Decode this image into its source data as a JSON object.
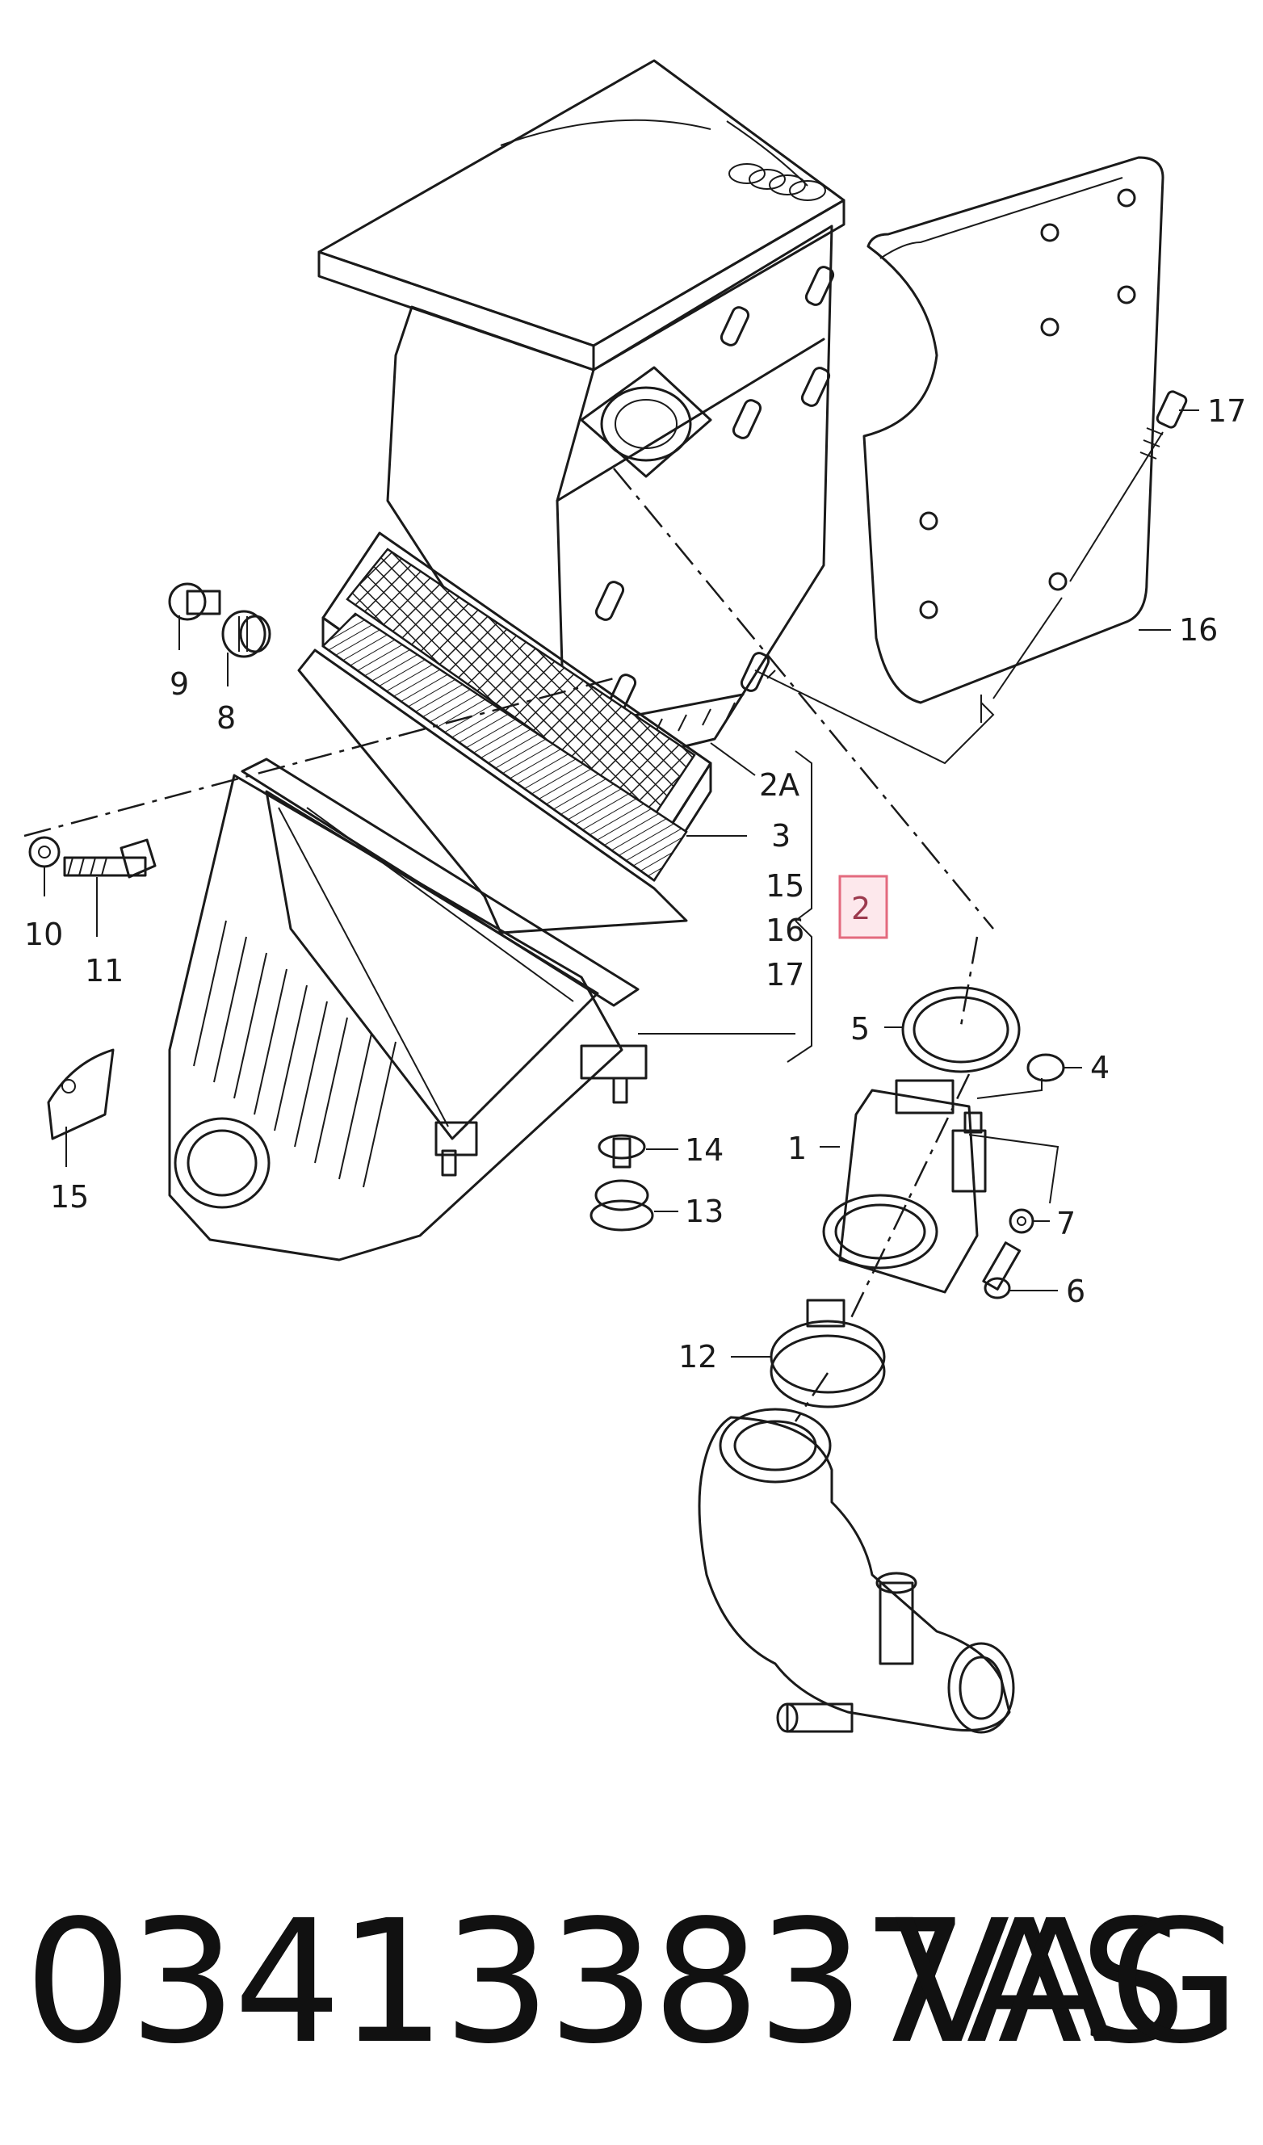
{
  "diagram": {
    "labels": {
      "l1": "1",
      "l2": "2",
      "l2a": "2A",
      "l3": "3",
      "l4": "4",
      "l5": "5",
      "l6": "6",
      "l7": "7",
      "l8": "8",
      "l9": "9",
      "l10": "10",
      "l11": "11",
      "l12": "12",
      "l13": "13",
      "l14": "14",
      "l15a": "15",
      "l15b": "15",
      "l16a": "16",
      "l16b": "16",
      "l17a": "17",
      "l17b": "17"
    },
    "highlighted_label": "2",
    "colors": {
      "line": "#1a1a1a",
      "highlight_fill": "#fde8ec",
      "highlight_stroke": "#e36a7e"
    }
  },
  "footer": {
    "part_number": "034133837AS",
    "brand": "VAG"
  }
}
